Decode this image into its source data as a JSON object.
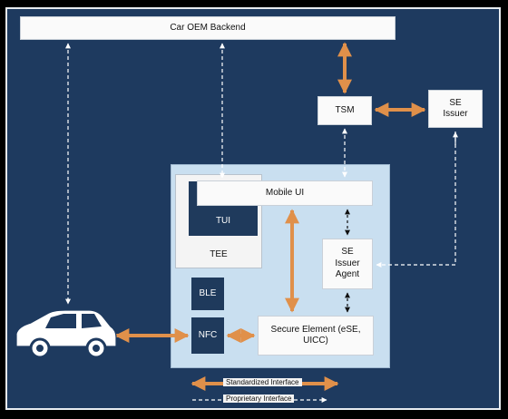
{
  "nodes": {
    "backend": "Car OEM Backend",
    "tsm": "TSM",
    "se_issuer": "SE Issuer",
    "tee": "TEE",
    "tui": "TUI",
    "mobile_ui": "Mobile UI",
    "se_issuer_agent": "SE Issuer Agent",
    "ble": "BLE",
    "nfc": "NFC",
    "secure_element": "Secure Element (eSE, UICC)"
  },
  "legend": {
    "standardized": "Standardized Interface",
    "proprietary": "Proprietary Interface"
  },
  "colors": {
    "background": "#1e3a5f",
    "standardized_arrow": "#e0904a",
    "proprietary_arrow": "#ffffff",
    "phone_area": "#c9dff0",
    "tee_block": "#1f3a5c"
  }
}
